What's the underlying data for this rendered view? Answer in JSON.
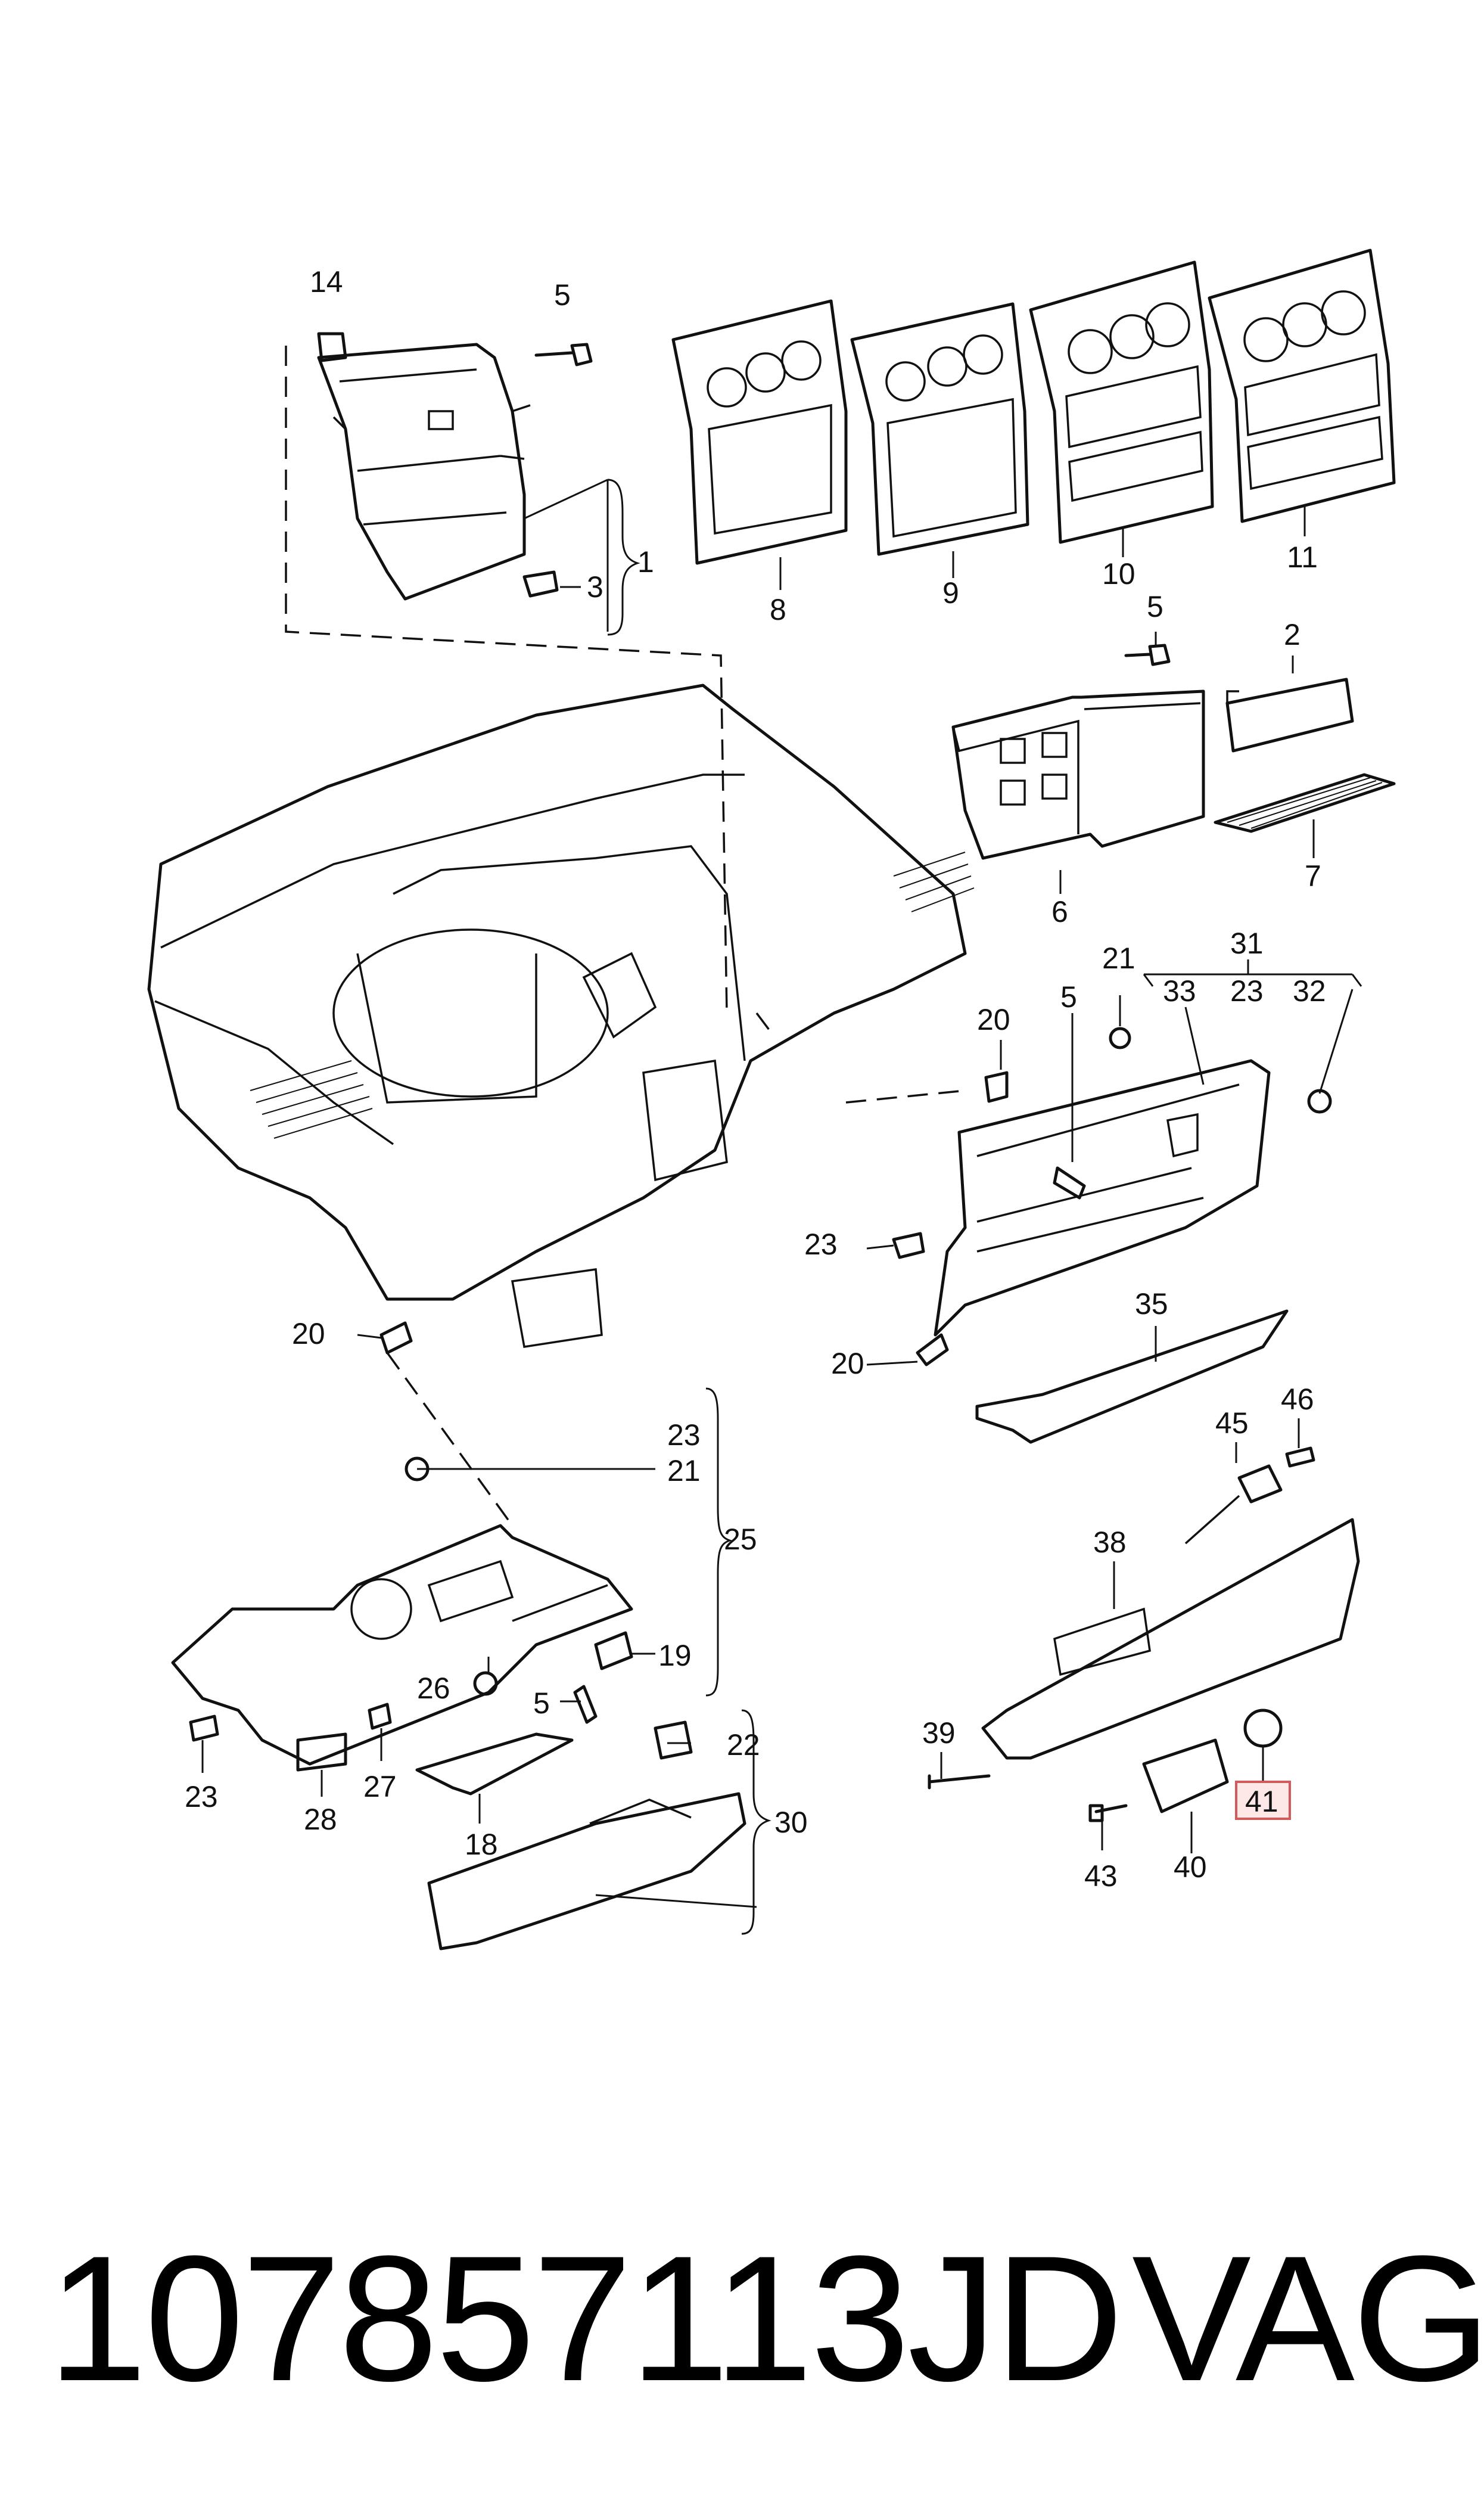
{
  "callouts": {
    "c14": "14",
    "c5a": "5",
    "c1": "1",
    "c3": "3",
    "c8": "8",
    "c9": "9",
    "c10": "10",
    "c11": "11",
    "c5b": "5",
    "c2": "2",
    "c6": "6",
    "c7": "7",
    "c31": "31",
    "c21a": "21",
    "c33": "33",
    "c23a": "23",
    "c32": "32",
    "c20a": "20",
    "c5c": "5",
    "c23b": "23",
    "c20b": "20",
    "c35": "35",
    "c20c": "20",
    "c23c": "23",
    "c21b": "21",
    "c25": "25",
    "c19": "19",
    "c26": "26",
    "c5d": "5",
    "c22": "22",
    "c23d": "23",
    "c28": "28",
    "c27": "27",
    "c18": "18",
    "c30": "30",
    "c45": "45",
    "c46": "46",
    "c38": "38",
    "c39": "39",
    "c41": "41",
    "c43": "43",
    "c40": "40"
  },
  "highlighted_callout": "41",
  "highlight_color": "#d25a5a",
  "footer": {
    "part_number": "107857113JD",
    "brand": "VAG"
  }
}
